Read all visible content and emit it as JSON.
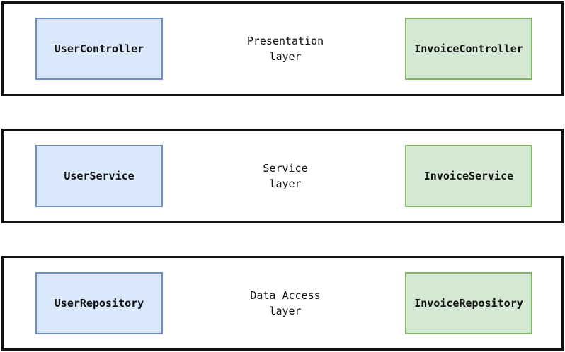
{
  "colors": {
    "layer_border": "#111111",
    "user_fill": "#dae8fc",
    "user_border": "#6c8ebf",
    "invoice_fill": "#d5e8d4",
    "invoice_border": "#82b366"
  },
  "layers": [
    {
      "label_line1": "Presentation",
      "label_line2": "layer",
      "left_box": "UserController",
      "right_box": "InvoiceController"
    },
    {
      "label_line1": "Service",
      "label_line2": "layer",
      "left_box": "UserService",
      "right_box": "InvoiceService"
    },
    {
      "label_line1": "Data Access",
      "label_line2": "layer",
      "left_box": "UserRepository",
      "right_box": "InvoiceRepository"
    }
  ]
}
